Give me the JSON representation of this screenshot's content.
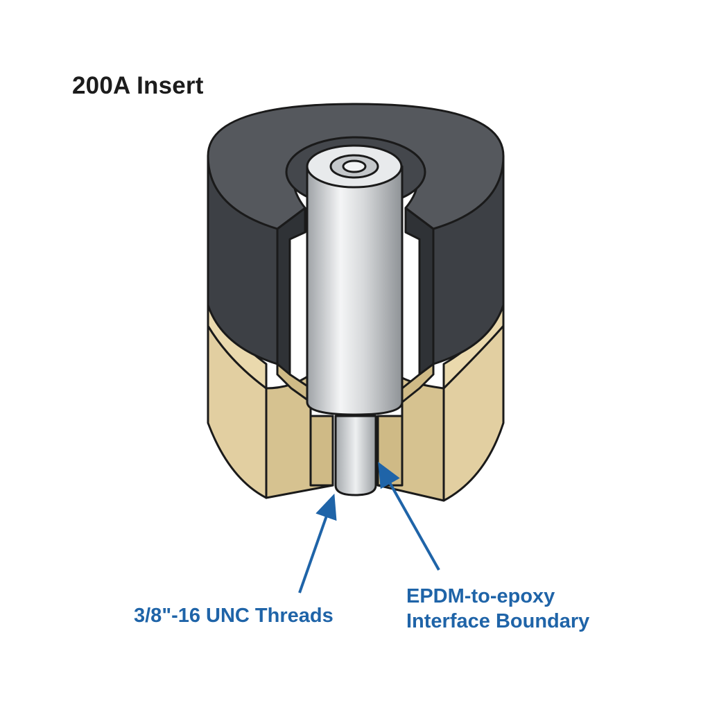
{
  "title": "200A Insert",
  "callouts": {
    "threads": "3/8\"-16 UNC Threads",
    "interface_line1": "EPDM-to-epoxy",
    "interface_line2": "Interface Boundary"
  },
  "colors": {
    "epdm_dark": "#3d4045",
    "epdm_top": "#55585d",
    "epoxy": "#e2cfa1",
    "epoxy_shadow": "#cfba86",
    "metal": "#d8dadc",
    "arrow": "#1f64a8",
    "outline": "#1a1a1a"
  },
  "icons": {
    "threads_arrow": "arrow-up-icon",
    "interface_arrow": "arrow-up-left-icon"
  }
}
